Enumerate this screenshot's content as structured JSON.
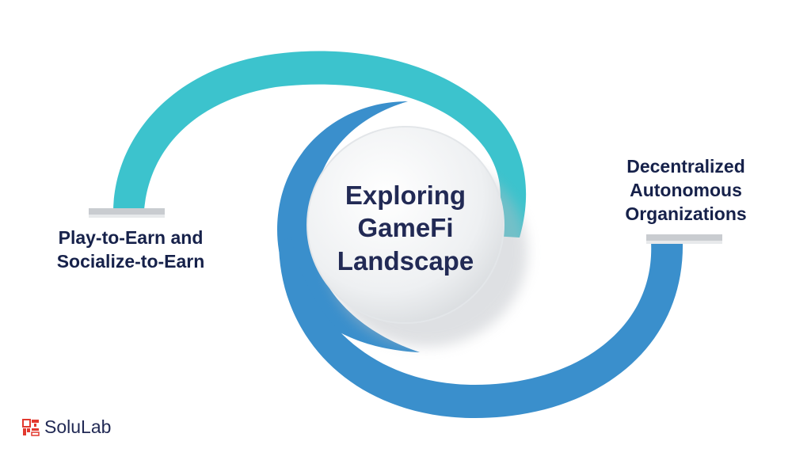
{
  "title": {
    "lines": [
      "Exploring",
      "GameFi",
      "Landscape"
    ]
  },
  "items": [
    {
      "lines": [
        "Play-to-Earn and",
        "Socialize-to-Earn"
      ]
    },
    {
      "lines": [
        "Decentralized",
        "Autonomous",
        "Organizations"
      ]
    }
  ],
  "brand": {
    "name": "SoluLab",
    "logo_icon": "solulab-logo-icon",
    "logo_color": "#e2392f"
  },
  "colors": {
    "teal": "#3cc3cd",
    "blue": "#3a8fcc",
    "text": "#16214a"
  }
}
